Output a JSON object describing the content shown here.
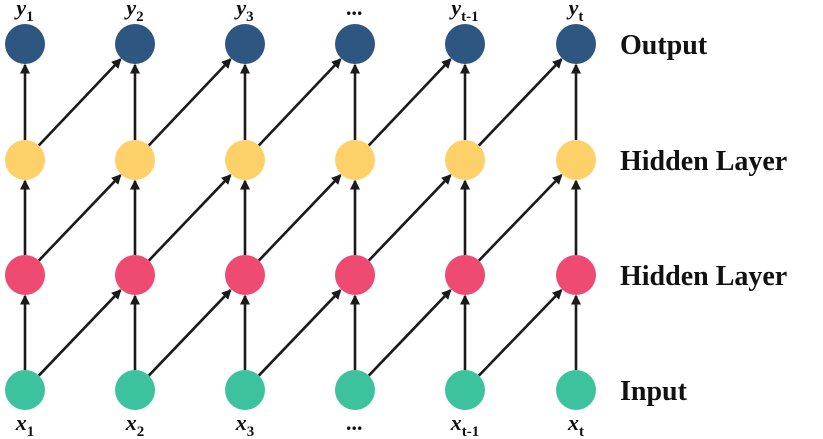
{
  "columns": [
    {
      "y_base": "y",
      "y_sub": "1",
      "x_base": "x",
      "x_sub": "1"
    },
    {
      "y_base": "y",
      "y_sub": "2",
      "x_base": "x",
      "x_sub": "2"
    },
    {
      "y_base": "y",
      "y_sub": "3",
      "x_base": "x",
      "x_sub": "3"
    },
    {
      "y_base": "...",
      "y_sub": "",
      "x_base": "...",
      "x_sub": ""
    },
    {
      "y_base": "y",
      "y_sub": "t-1",
      "x_base": "x",
      "x_sub": "t-1"
    },
    {
      "y_base": "y",
      "y_sub": "t",
      "x_base": "x",
      "x_sub": "t"
    }
  ],
  "layers": [
    {
      "label": "Output",
      "color": "#2d5680"
    },
    {
      "label": "Hidden Layer",
      "color": "#fdd06a"
    },
    {
      "label": "Hidden Layer",
      "color": "#ee4a72"
    },
    {
      "label": "Input",
      "color": "#3cc29c"
    }
  ],
  "edge_color": "#1a1a1a"
}
